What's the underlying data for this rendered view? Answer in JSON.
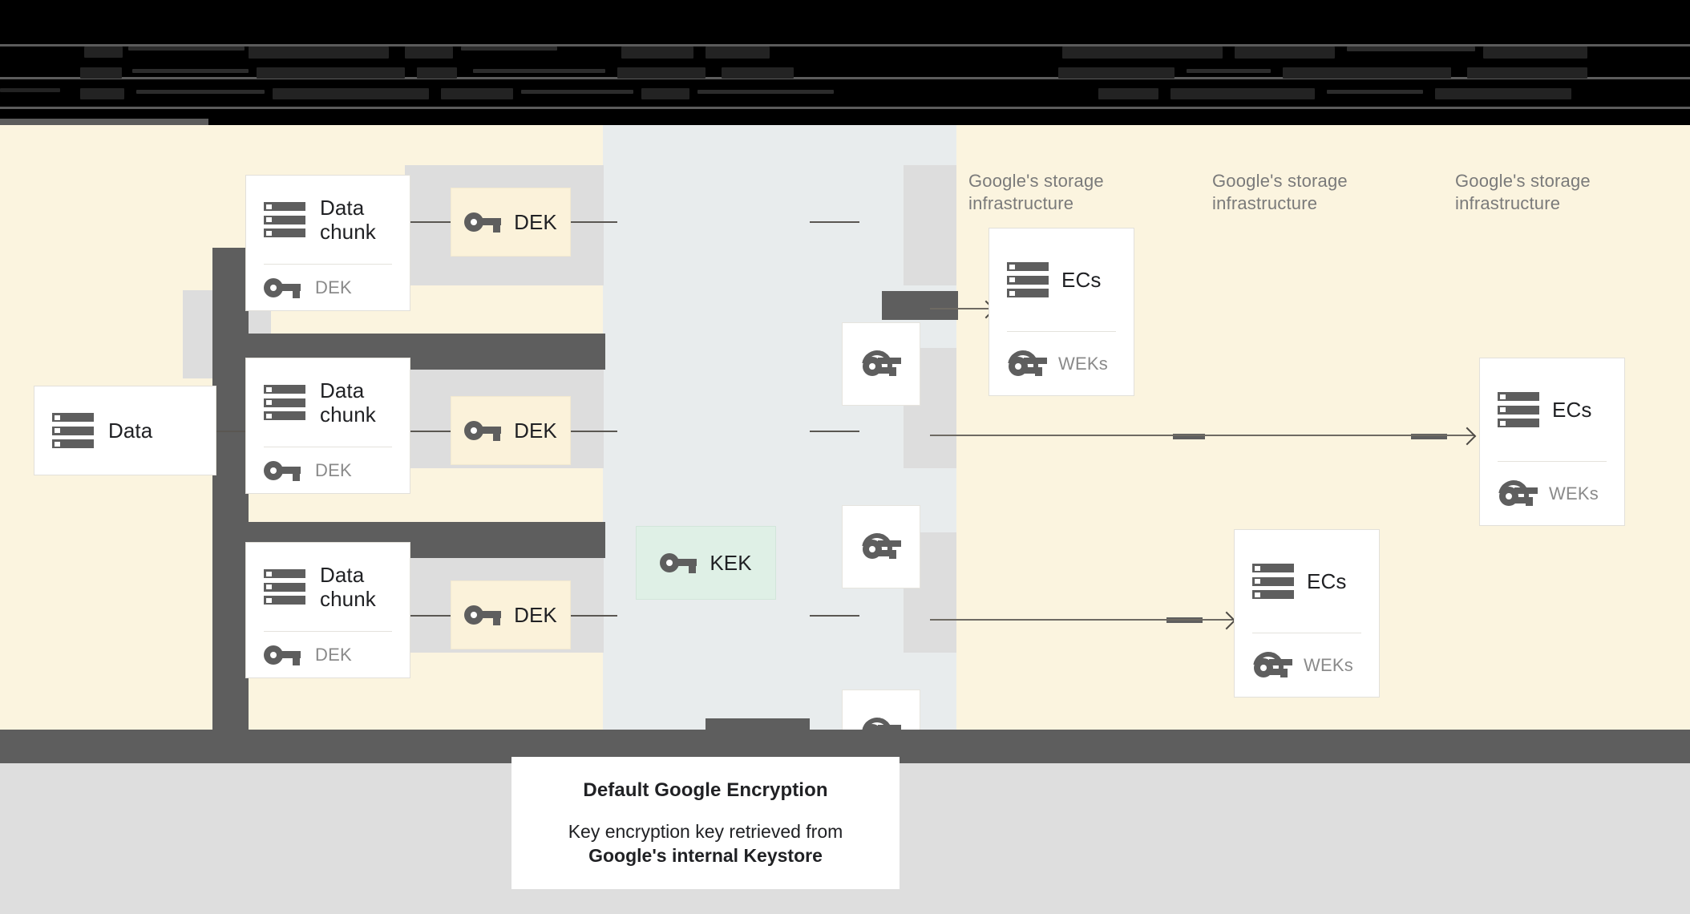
{
  "header": {
    "redacted": true,
    "note": "obscured dark text band"
  },
  "diagram": {
    "source": {
      "label": "Data",
      "icon": "server-icon"
    },
    "chunks": [
      {
        "title": "Data chunk",
        "key_label": "DEK",
        "icon": "server-icon",
        "key_icon": "key-icon"
      },
      {
        "title": "Data chunk",
        "key_label": "DEK",
        "icon": "server-icon",
        "key_icon": "key-icon"
      },
      {
        "title": "Data chunk",
        "key_label": "DEK",
        "icon": "server-icon",
        "key_icon": "key-icon"
      }
    ],
    "deks": [
      {
        "label": "DEK",
        "icon": "key-icon"
      },
      {
        "label": "DEK",
        "icon": "key-icon"
      },
      {
        "label": "DEK",
        "icon": "key-icon"
      }
    ],
    "kek": {
      "label": "KEK",
      "icon": "key-icon"
    },
    "wrapped_keys": [
      {
        "icon": "double-key-icon"
      },
      {
        "icon": "double-key-icon"
      },
      {
        "icon": "double-key-icon"
      }
    ],
    "infra_labels": [
      "Google's storage infrastructure",
      "Google's storage infrastructure",
      "Google's storage infrastructure"
    ],
    "ec_cards": [
      {
        "title": "ECs",
        "key_label": "WEKs",
        "icon": "server-icon",
        "key_icon": "double-key-icon"
      },
      {
        "title": "ECs",
        "key_label": "WEKs",
        "icon": "server-icon",
        "key_icon": "double-key-icon"
      },
      {
        "title": "ECs",
        "key_label": "WEKs",
        "icon": "server-icon",
        "key_icon": "double-key-icon"
      }
    ]
  },
  "caption": {
    "title": "Default Google Encryption",
    "line1": "Key encryption key retrieved from",
    "line2": "Google's internal Keystore"
  },
  "colors": {
    "canvas_cream": "#FBF4DF",
    "middle_column": "#E8ECED",
    "plate_gray": "#DDDDDD",
    "redaction": "#5E5E5E",
    "dek_fill": "#FBF2DA",
    "kek_fill": "#DFF0E6",
    "footer_gray": "#DEDEDE",
    "icon_gray": "#5E5E5E",
    "muted_text": "#7A7A7A"
  }
}
